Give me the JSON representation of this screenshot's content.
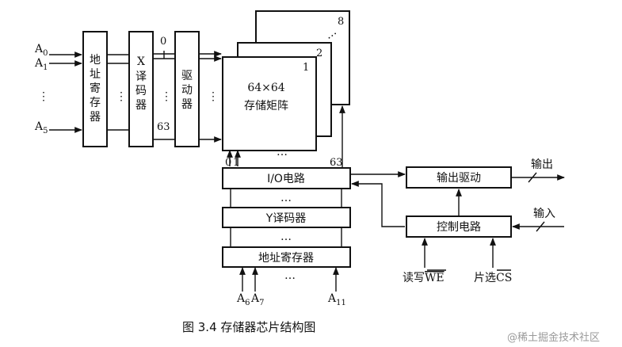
{
  "diagram": {
    "inputs_left": [
      "A",
      "A",
      "A"
    ],
    "input_subs_left": [
      "0",
      "1",
      "5"
    ],
    "address_register_left": "地址寄存器",
    "x_decoder": [
      "X",
      "译",
      "码",
      "器"
    ],
    "x_decoder_top": "0",
    "x_decoder_bottom": "63",
    "driver": "驱动器",
    "matrix_title": "64×64",
    "matrix_subtitle": "存储矩阵",
    "matrix_planes": [
      "1",
      "2",
      "8"
    ],
    "io_circuit": "I/O电路",
    "io_labels": [
      "0",
      "1",
      "63"
    ],
    "y_decoder": "Y译码器",
    "address_register_bottom": "地址寄存器",
    "inputs_bottom": [
      "A",
      "A",
      "A"
    ],
    "input_subs_bottom": [
      "6",
      "7",
      "11"
    ],
    "output_driver": "输出驱动",
    "output_label": "输出",
    "control_circuit": "控制电路",
    "input_label": "输入",
    "read_write": "读写",
    "read_write_signal": "WE",
    "chip_select": "片选",
    "chip_select_signal": "CS",
    "ellipsis_v": "⋮",
    "ellipsis_h": "…"
  },
  "caption": "图 3.4    存储器芯片结构图",
  "watermark": "@稀土掘金技术社区"
}
